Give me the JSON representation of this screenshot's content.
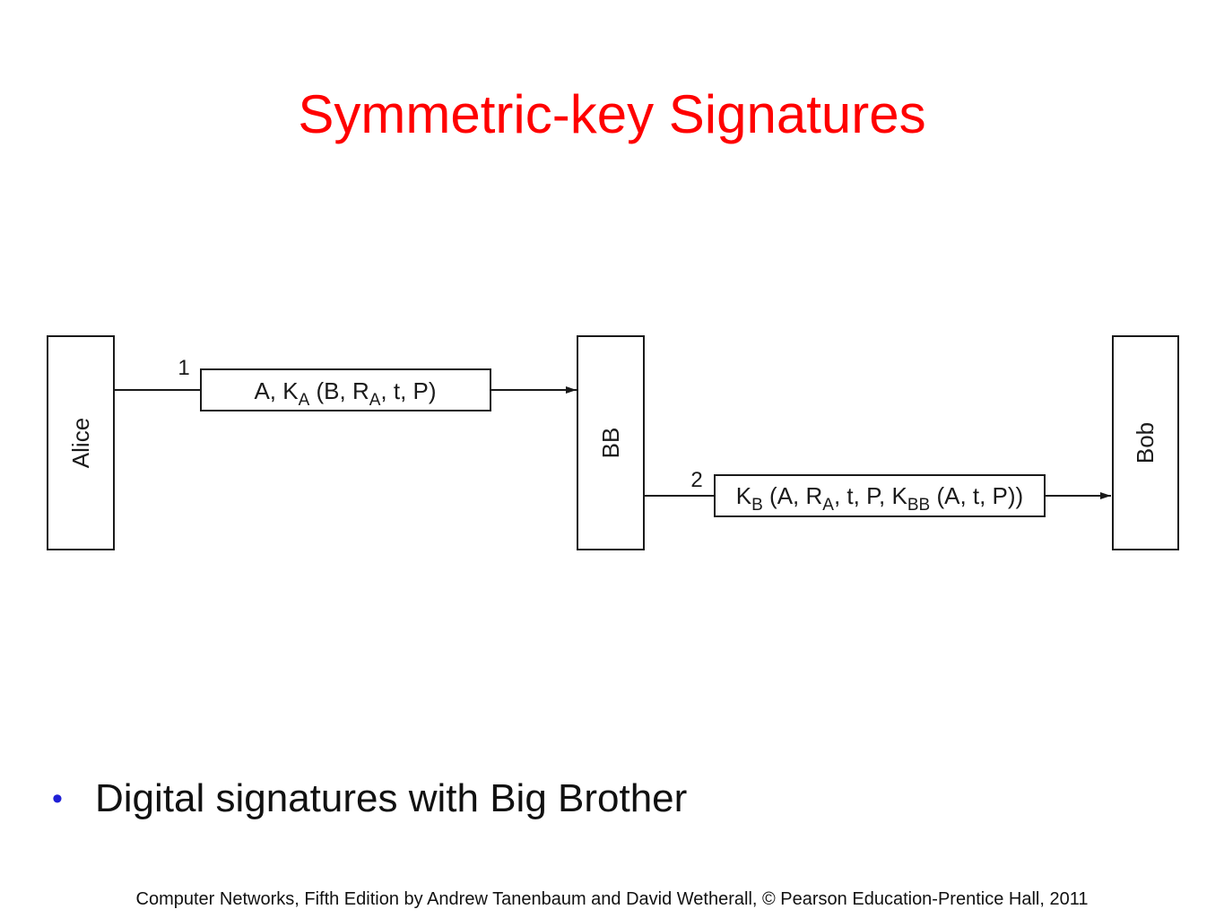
{
  "slide": {
    "title": "Symmetric-key Signatures",
    "bullet": "Digital signatures with Big Brother",
    "footer": "Computer Networks, Fifth Edition by Andrew Tanenbaum and David Wetherall, © Pearson Education-Prentice Hall, 2011"
  },
  "diagram": {
    "entities": {
      "alice": "Alice",
      "bb": "BB",
      "bob": "Bob"
    },
    "messages": [
      {
        "step": "1",
        "segments": [
          {
            "text": "A, K"
          },
          {
            "text": "A",
            "sub": true
          },
          {
            "text": " (B, R"
          },
          {
            "text": "A",
            "sub": true
          },
          {
            "text": ", t, P)"
          }
        ]
      },
      {
        "step": "2",
        "segments": [
          {
            "text": "K"
          },
          {
            "text": "B",
            "sub": true
          },
          {
            "text": " (A, R"
          },
          {
            "text": "A",
            "sub": true
          },
          {
            "text": ", t, P, K"
          },
          {
            "text": "BB",
            "sub": true
          },
          {
            "text": " (A, t, P))"
          }
        ]
      }
    ]
  },
  "colors": {
    "title": "#ff0000",
    "bullet": "#1f1fd6",
    "stroke": "#1a1a1a"
  }
}
